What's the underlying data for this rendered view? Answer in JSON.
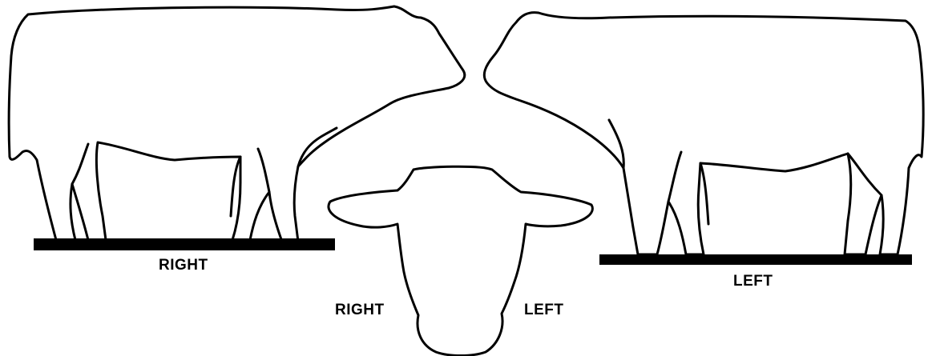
{
  "views": {
    "right_side": {
      "label": "RIGHT"
    },
    "left_side": {
      "label": "LEFT"
    },
    "face": {
      "right_label": "RIGHT",
      "left_label": "LEFT"
    }
  },
  "colors": {
    "line": "#000000",
    "background": "#ffffff"
  }
}
